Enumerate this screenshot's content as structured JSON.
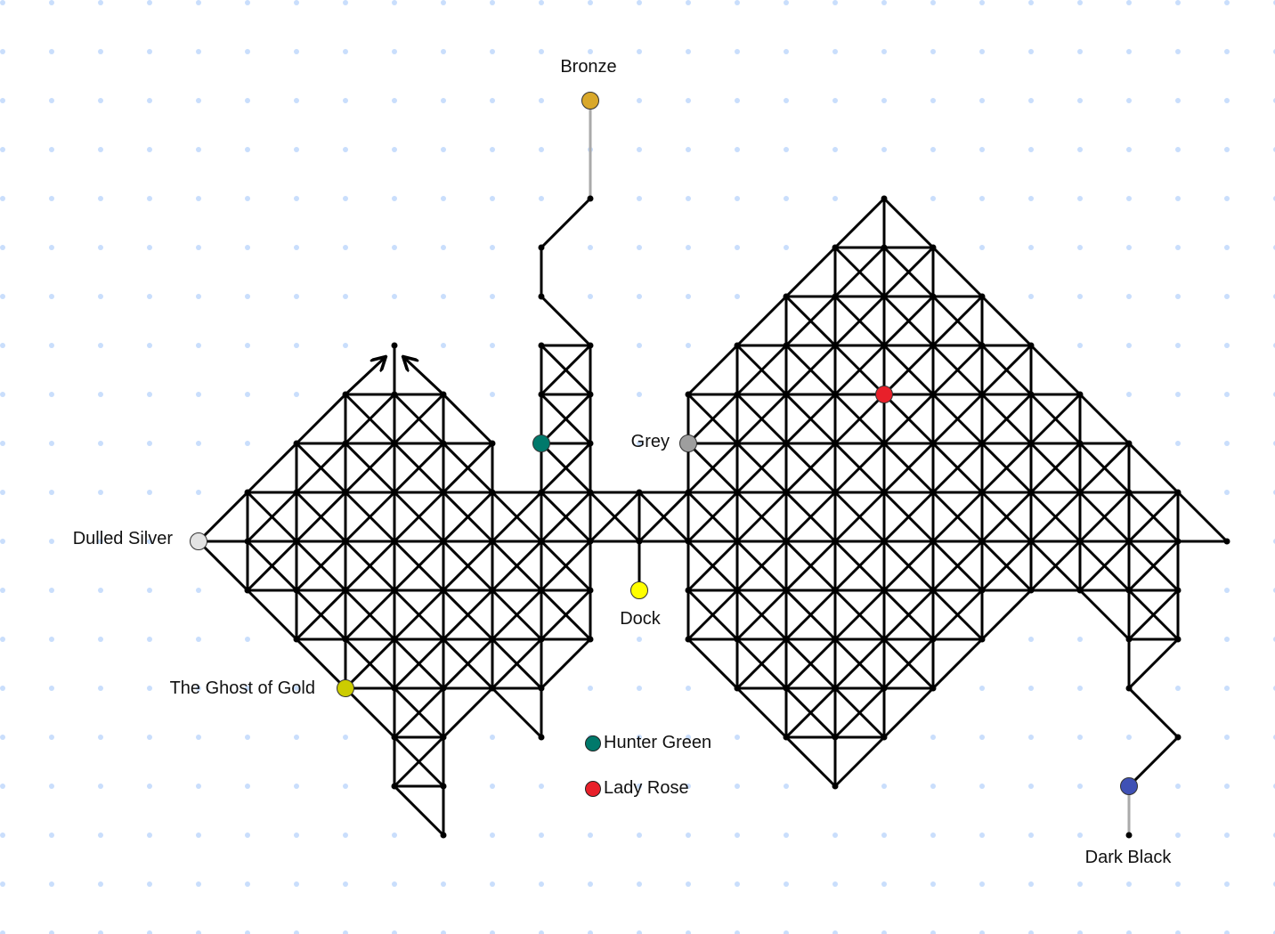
{
  "locations": [
    {
      "id": "bronze",
      "label": "Bronze",
      "color": "#d9a82a"
    },
    {
      "id": "grey",
      "label": "Grey",
      "color": "#9e9e9e"
    },
    {
      "id": "dulled_silver",
      "label": "Dulled Silver",
      "color": "#e3e3e3"
    },
    {
      "id": "ghost_of_gold",
      "label": "The Ghost of Gold",
      "color": "#cccc00"
    },
    {
      "id": "dock",
      "label": "Dock",
      "color": "#ffff00"
    },
    {
      "id": "dark_black",
      "label": "Dark Black",
      "color": "#3f51b5"
    },
    {
      "id": "hunter_green",
      "label": "",
      "color": "#00796b"
    },
    {
      "id": "lady_rose",
      "label": "",
      "color": "#e8202a"
    }
  ],
  "legend": [
    {
      "label": "Hunter Green",
      "color": "#00796b"
    },
    {
      "label": "Lady Rose",
      "color": "#e8202a"
    }
  ],
  "colors": {
    "edge": "#000000",
    "connector": "#aaaaaa",
    "grid_dot": "#c9defc"
  }
}
